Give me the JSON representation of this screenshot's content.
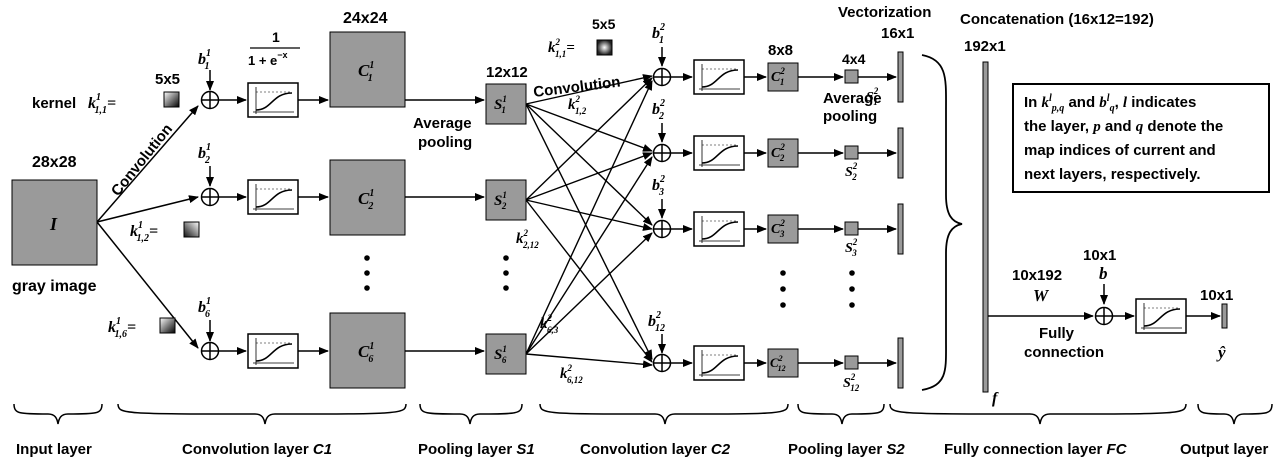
{
  "labels": {
    "input_size": "28x28",
    "input_symbol": "I",
    "input_caption": "gray image",
    "convolution": "Convolution",
    "kernel_word": "kernel",
    "kernel_size": "5x5",
    "c1_size": "24x24",
    "sigmoid_num": "1",
    "sigmoid_den": "1 + e",
    "sigmoid_exp": "−x",
    "average_pooling_1a": "Average",
    "average_pooling_1b": "pooling",
    "s1_size": "12x12",
    "convolution_2": "Convolution",
    "k2_size": "5x5",
    "c2_size": "8x8",
    "s2_size": "4x4",
    "average_pooling_2a": "Average",
    "average_pooling_2b": "pooling",
    "vectorization": "Vectorization",
    "vec_size": "16x1",
    "concatenation": "Concatenation (16x12=192)",
    "f_size": "192x1",
    "f_symbol": "f",
    "w_size": "10x192",
    "w_symbol": "W",
    "fully_connection_a": "Fully",
    "fully_connection_b": "connection",
    "b_size": "10x1",
    "b_symbol": "b",
    "out_size": "10x1",
    "out_symbol": "ŷ",
    "dots": "•"
  },
  "note": {
    "line1_a": "In ",
    "line1_b": " and ",
    "line1_c": ", ",
    "line1_d": " indicates",
    "line2": "the layer, ",
    "line2_b": " and ",
    "line2_c": " denote the",
    "line3": "map indices of current and",
    "line4": "next layers, respectively.",
    "k": "k",
    "b": "b",
    "l": "l",
    "pq": "p,q",
    "q": "q",
    "p": "p"
  },
  "layers": [
    {
      "name": "Input layer",
      "italic": ""
    },
    {
      "name": "Convolution layer ",
      "italic": "C1"
    },
    {
      "name": "Pooling layer ",
      "italic": "S1"
    },
    {
      "name": "Convolution layer ",
      "italic": "C2"
    },
    {
      "name": "Pooling layer ",
      "italic": "S2"
    },
    {
      "name": "Fully connection layer ",
      "italic": "FC"
    },
    {
      "name": "Output layer",
      "italic": ""
    }
  ],
  "symbols": {
    "k": "k",
    "b": "b",
    "C": "C",
    "S": "S",
    "k11_sub": "1,1",
    "k12_sub": "1,2",
    "k16_sub": "1,6",
    "b1": "1",
    "b2": "2",
    "b6": "6",
    "c1_sup": "1",
    "k2_11_sub": "1,1",
    "k2_12_sub": "1,2",
    "k2_2_12_sub": "2,12",
    "k2_63_sub": "6,3",
    "k2_6_12_sub": "6,12",
    "sup2": "2",
    "c2_subs": [
      "1",
      "2",
      "3",
      "12"
    ],
    "s1_subs": [
      "1",
      "2",
      "6"
    ],
    "c1_subs": [
      "1",
      "2",
      "6"
    ]
  }
}
